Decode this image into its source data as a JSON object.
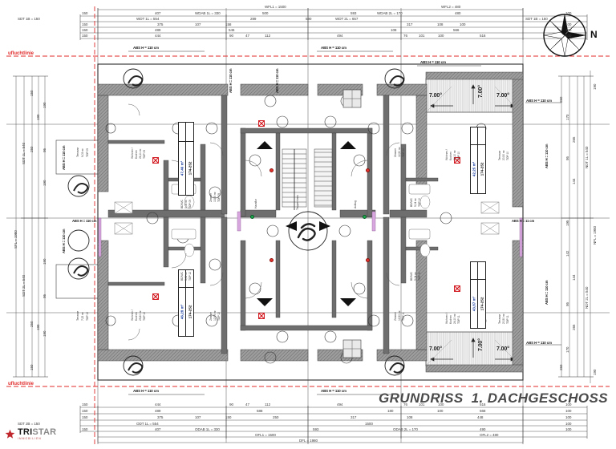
{
  "document": {
    "title_main": "GRUNDRISS",
    "title_sub": "1. DACHGESCHOSS",
    "drawing_type": "architectural-floor-plan"
  },
  "logo": {
    "name_part1": "TRI",
    "name_part2": "STAR",
    "subtitle": "IMMOBILIEN",
    "star_color": "#c0272d"
  },
  "compass": {
    "label": "N",
    "icon": "compass-rose-icon"
  },
  "flucht_lines": {
    "top_label": "ufluchtlinie",
    "bottom_label": "ufluchtlinie",
    "color": "#e02a2a"
  },
  "apartments": [
    {
      "id": "top09",
      "unit": "TOP 09",
      "rh": "RH",
      "code": "174-252",
      "area": "47,46 m²"
    },
    {
      "id": "top10",
      "unit": "TOP 10",
      "rh": "RH",
      "code": "174-252",
      "area": "42,25 m²"
    },
    {
      "id": "top12",
      "unit": "TOP 12",
      "rh": "RH",
      "code": "174-252",
      "area": "46,28 m²"
    },
    {
      "id": "top11",
      "unit": "TOP 11",
      "rh": "RH",
      "code": "174-252",
      "area": "43,87 m²"
    }
  ],
  "parapet_notes": {
    "abs_110": "ABS H = 110 cm",
    "abs_11": "ABS H = 11 cm"
  },
  "roof_slopes": [
    {
      "label": "7.00°"
    },
    {
      "label": "7.00°"
    },
    {
      "label": "7.00°"
    },
    {
      "label": "7.00°"
    },
    {
      "label": "7.00°"
    },
    {
      "label": "7.00°"
    }
  ],
  "core": {
    "stair_label": "Treppenhaus",
    "lift_label": "Aufzug",
    "hall_label": "Hausflur"
  },
  "rooms_left_top": [
    {
      "name": "Terrasse",
      "area": "9,03 m²",
      "unit": "TOP 09"
    },
    {
      "name": "Wohnen /\nKochen",
      "area": "26,11 m²",
      "unit": "TOP 09"
    },
    {
      "name": "BD/WC",
      "area": "5,04 m²",
      "unit": "TOP 09"
    },
    {
      "name": "Zimmer",
      "area": "13,55 m²",
      "unit": "TOP 09"
    }
  ],
  "rooms_left_bottom": [
    {
      "name": "Terrasse",
      "area": "7,22 m²",
      "unit": "TOP 12"
    },
    {
      "name": "Wohnen /\nKochen",
      "area": "25,80 m²",
      "unit": "TOP 12"
    },
    {
      "name": "BD/WC",
      "area": "5,04 m²",
      "unit": "TOP 12"
    },
    {
      "name": "Zimmer",
      "area": "12,95 m²",
      "unit": "TOP 12"
    }
  ],
  "rooms_right_top": [
    {
      "name": "Terrasse",
      "area": "20,50 m²",
      "unit": "TOP 10"
    },
    {
      "name": "Wohnen /\nKochen",
      "area": "24,10 m²",
      "unit": "TOP 10"
    },
    {
      "name": "BD/WC",
      "area": "5,04 m²",
      "unit": "TOP 10"
    },
    {
      "name": "Zimmer",
      "area": "12,90 m²",
      "unit": "TOP 10"
    }
  ],
  "rooms_right_bottom": [
    {
      "name": "Terrasse",
      "area": "20,50 m²",
      "unit": "TOP 11"
    },
    {
      "name": "Wohnen /\nKochen",
      "area": "24,10 m²",
      "unit": "TOP 11"
    },
    {
      "name": "BD/WC",
      "area": "5,04 m²",
      "unit": "TOP 11"
    },
    {
      "name": "Zimmer",
      "area": "12,90 m²",
      "unit": "TOP 11"
    }
  ],
  "dimensions_top": {
    "row1": [
      "WFL1 = 1500",
      "WFL2 = 480"
    ],
    "row2": [
      "150",
      "407",
      "WDAB 1L = 330",
      "500",
      "593",
      "WDAB 2L = 170",
      "480",
      "100"
    ],
    "row3": [
      "SDT 1B = 150",
      "WDT 1L = 554",
      "375",
      "107",
      "158",
      "WDT 2L = 657",
      "317",
      "108",
      "100",
      "SDT 1B = 150"
    ],
    "row4": [
      "150",
      "489",
      "289",
      "590",
      "108",
      "566",
      "100"
    ],
    "row5": [
      "150",
      "444",
      "90",
      "47",
      "112",
      "494",
      "76",
      "101",
      "100",
      "516",
      "100"
    ],
    "row6": [
      "150",
      "452",
      "546",
      "448",
      "100"
    ]
  },
  "dimensions_bottom": {
    "row1": [
      "150",
      "444",
      "90",
      "47",
      "112",
      "494",
      "76",
      "101",
      "100",
      "516",
      "100"
    ],
    "row2": [
      "150",
      "489",
      "588",
      "180",
      "100",
      "568",
      "100"
    ],
    "row3": [
      "150",
      "375",
      "107",
      "150",
      "250",
      "317",
      "108",
      "448",
      "100"
    ],
    "row4": [
      "SDT 2B = 150",
      "ODT 1L = 554",
      "1500",
      "100"
    ],
    "row5": [
      "150",
      "407",
      "ODAB 1L = 330",
      "593",
      "ODAB 2L = 170",
      "490",
      "100"
    ],
    "row6": [
      "OFL1 = 1500",
      "OFL2 = 480"
    ],
    "row7": [
      "DFL = 1980"
    ]
  },
  "dimensions_left": {
    "overall": "SFL = 1980",
    "labels": [
      "150",
      "250",
      "190",
      "190",
      "95",
      "190",
      "SDT 1L = 540",
      "190",
      "95",
      "190",
      "190",
      "250",
      "150"
    ],
    "group_top": "SDT 1L = 540",
    "group_bottom": "SDT 2L = 540"
  },
  "dimensions_right": {
    "overall": "NFL = 1980",
    "group_top": "NDT 1L = 540",
    "group_bottom": "NDT 2L = 540",
    "labels": [
      "190",
      "250",
      "170",
      "265",
      "95",
      "144",
      "195",
      "142",
      "144",
      "95",
      "265",
      "170",
      "250",
      "190"
    ]
  },
  "colors": {
    "wall": "#6e6e6e",
    "wall_dark": "#4a4a4a",
    "hatch": "#9a9a9a",
    "line": "#3a3a3a",
    "red": "#e02a2a",
    "green": "#0a7d2e",
    "blue": "#1b3fa0",
    "terrace_fill": "#e8e8e8"
  }
}
